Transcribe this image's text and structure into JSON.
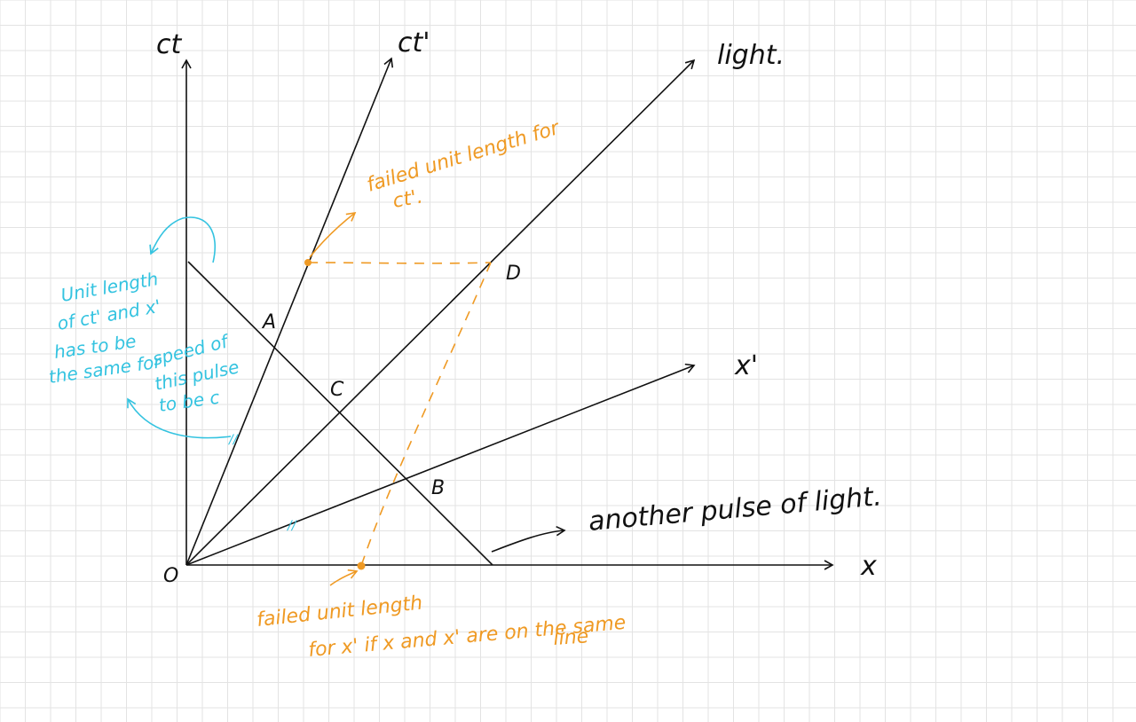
{
  "colors": {
    "grid": "#e3e3e3",
    "ink": "#111111",
    "orange": "#ef9a24",
    "cyan": "#34c3e0"
  },
  "axes": {
    "ct": "ct",
    "ct_prime": "ct'",
    "light": "light.",
    "x_prime": "x'",
    "x": "x",
    "origin": "O"
  },
  "points": {
    "A": "A",
    "B": "B",
    "C": "C",
    "D": "D"
  },
  "annotations": {
    "another_pulse": "another pulse of light.",
    "orange_ct_failed": [
      "failed unit length for",
      "ct'."
    ],
    "orange_x_failed": [
      "failed unit length",
      "for x'  if  x and x'  are  on  the  same",
      "line"
    ],
    "cyan_note": [
      "Unit length",
      "of ct' and x'",
      "has to be",
      "the same for",
      "speed of",
      "this pulse",
      "to be c"
    ],
    "tick_mark": "//"
  }
}
